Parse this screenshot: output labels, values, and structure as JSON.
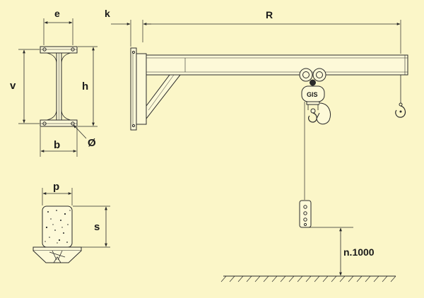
{
  "colors": {
    "background": "#fbf6c8",
    "line": "#2a2a2a",
    "fill_light": "#fdf9d8"
  },
  "labels": {
    "e": "e",
    "k": "k",
    "R": "R",
    "v": "v",
    "h": "h",
    "b": "b",
    "phi": "Ø",
    "p": "p",
    "s": "s",
    "hoist_brand": "GIS",
    "floor_height": "n.1000"
  }
}
